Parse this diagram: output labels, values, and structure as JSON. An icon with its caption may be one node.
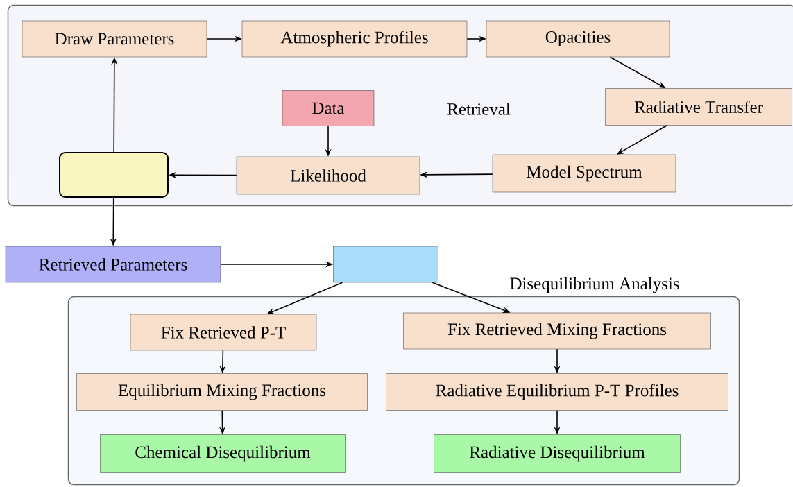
{
  "diagram": {
    "nodes": [
      {
        "text": [
          "Retrieval"
        ]
      },
      {
        "text": [
          "Draw Parameters"
        ],
        "in": 0
      },
      {
        "text": [
          "Atmospheric Profiles"
        ],
        "in": 0
      },
      {
        "text": [
          "Opacities"
        ],
        "in": 0
      },
      {
        "text": [
          "Radiative Transfer"
        ],
        "in": 0
      },
      {
        "text": [
          "Data"
        ],
        "in": 0
      },
      {
        "text": [
          "Model Spectrum"
        ],
        "in": 0
      },
      {
        "text": [
          "Likelihood"
        ],
        "in": 0
      },
      {
        "text": [],
        "shape": "box",
        "in": 0
      },
      {
        "text": [
          "Retrieved Parameters"
        ]
      },
      {
        "text": [],
        "shape": "box"
      },
      {
        "text": [
          "Disequilibrium Analysis"
        ]
      },
      {
        "text": [
          "Fix Retrieved P-T"
        ],
        "in": 11
      },
      {
        "text": [
          "Fix Retrieved Mixing Fractions"
        ],
        "in": 11
      },
      {
        "text": [
          "Equilibrium Mixing Fractions"
        ],
        "in": 11
      },
      {
        "text": [
          "Radiative Equilibrium P-T Profiles"
        ],
        "in": 11
      },
      {
        "text": [
          "Chemical Disequilibrium"
        ],
        "in": 11
      },
      {
        "text": [
          "Radiative Disequilibrium"
        ],
        "in": 11
      }
    ],
    "edges": [
      {
        "from": 1,
        "to": 2,
        "arrow": "to"
      },
      {
        "from": 2,
        "to": 3,
        "arrow": "to"
      },
      {
        "from": 3,
        "to": 4,
        "arrow": "to"
      },
      {
        "from": 4,
        "to": 6,
        "arrow": "to"
      },
      {
        "from": 6,
        "to": 7,
        "arrow": "to"
      },
      {
        "from": 5,
        "to": 7,
        "arrow": "to"
      },
      {
        "from": 7,
        "to": 8,
        "arrow": "to"
      },
      {
        "from": 8,
        "to": 1,
        "arrow": "to"
      },
      {
        "from": 8,
        "to": 9,
        "arrow": "to"
      },
      {
        "from": 9,
        "to": 10,
        "arrow": "to"
      },
      {
        "from": 10,
        "to": 12,
        "arrow": "to"
      },
      {
        "from": 10,
        "to": 13,
        "arrow": "to"
      },
      {
        "from": 12,
        "to": 14,
        "arrow": "to"
      },
      {
        "from": 13,
        "to": 15,
        "arrow": "to"
      },
      {
        "from": 14,
        "to": 16,
        "arrow": "to"
      },
      {
        "from": 15,
        "to": 17,
        "arrow": "to"
      }
    ]
  }
}
